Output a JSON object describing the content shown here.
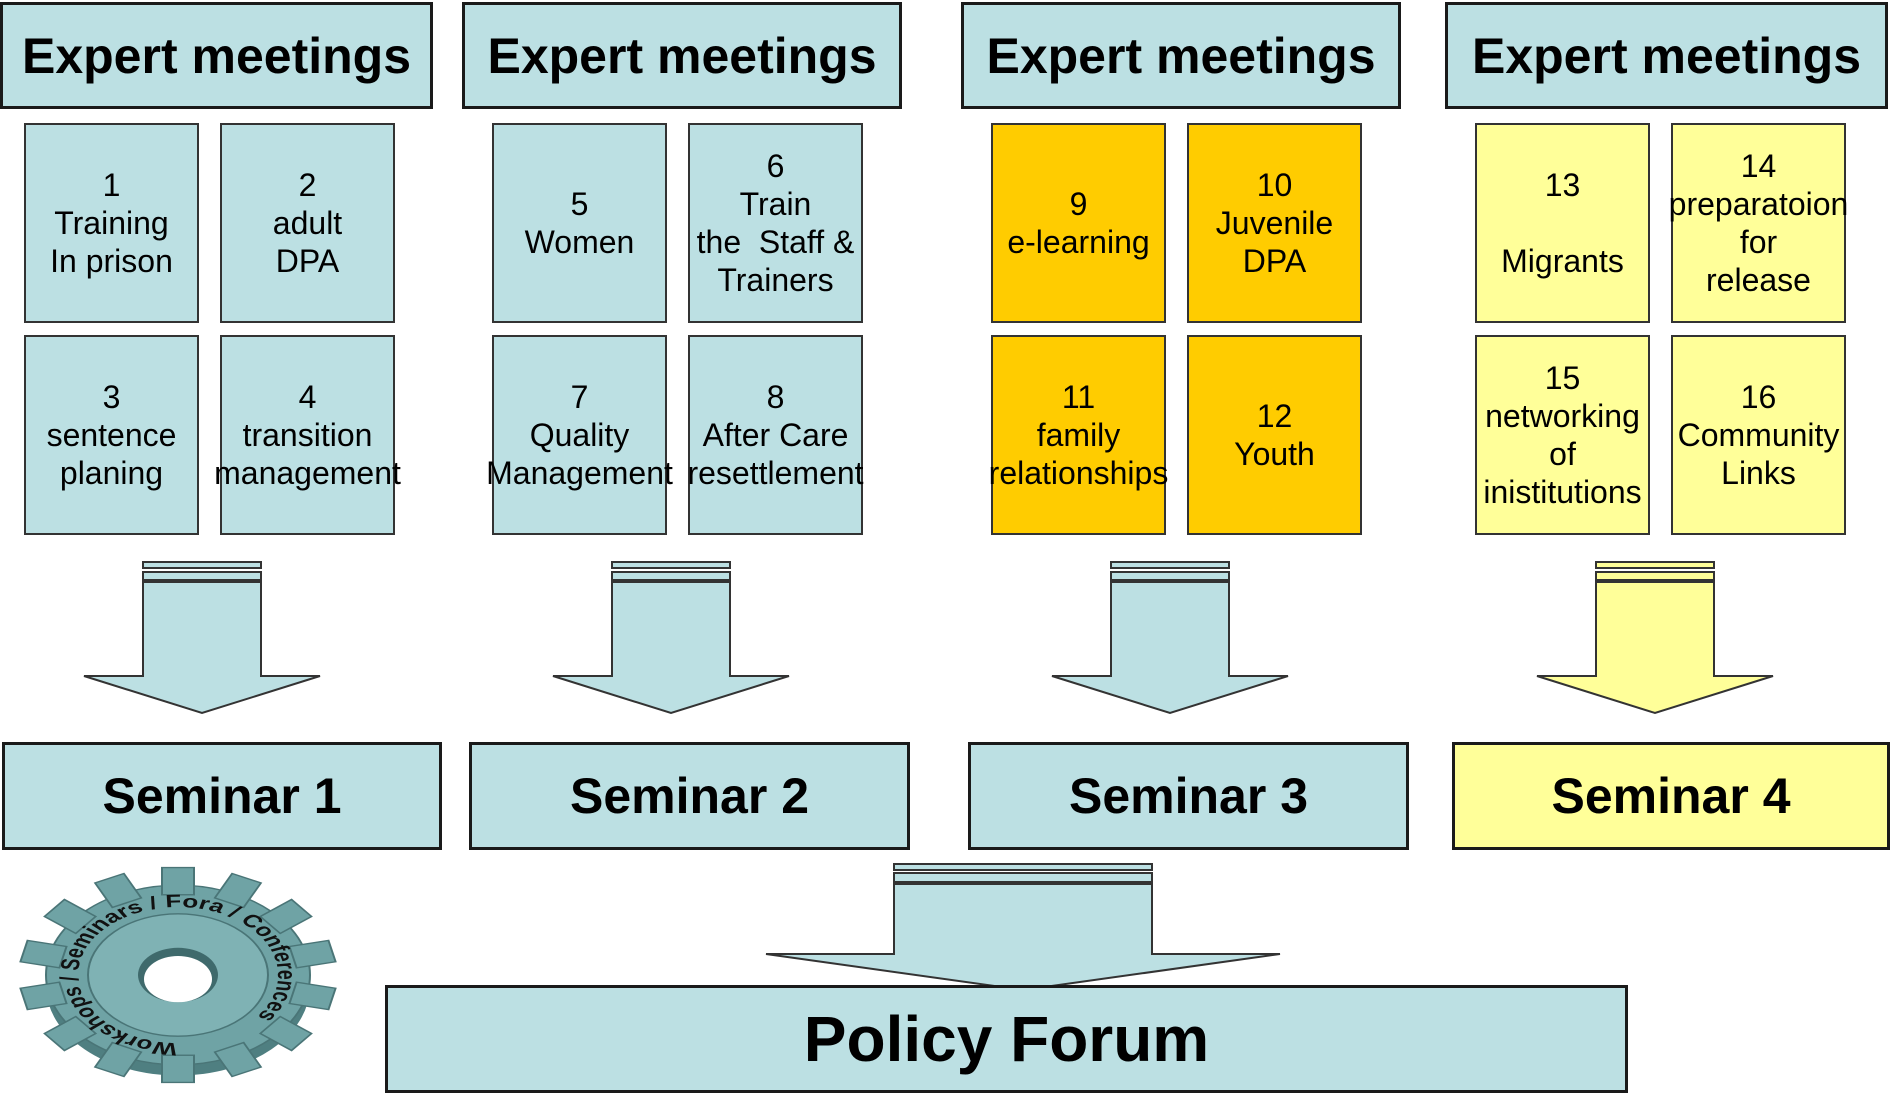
{
  "colors": {
    "light_blue": "#BCE0E3",
    "orange": "#FFCC00",
    "light_yellow": "#FFFF99",
    "gear": "#6FA3A5",
    "border": "#333333"
  },
  "groups": [
    {
      "header": "Expert meetings",
      "seminar": "Seminar 1",
      "topics": [
        "1\nTraining\nIn prison",
        "2\nadult\nDPA",
        "3\nsentence\nplaning",
        "4\ntransition\nmanagement"
      ]
    },
    {
      "header": "Expert meetings",
      "seminar": "Seminar 2",
      "topics": [
        "5\nWomen",
        "6\nTrain\nthe  Staff &\nTrainers",
        "7\nQuality\nManagement",
        "8\nAfter Care\nresettlement"
      ]
    },
    {
      "header": "Expert meetings",
      "seminar": "Seminar 3",
      "topics": [
        "9\ne-learning",
        "10\nJuvenile\nDPA",
        "11\nfamily\nrelationships",
        "12\nYouth"
      ]
    },
    {
      "header": "Expert meetings",
      "seminar": "Seminar 4",
      "topics": [
        "13\n\nMigrants",
        "14\npreparatoion\nfor\nrelease",
        "15\nnetworking\nof\ninistitutions",
        "16\nCommunity\nLinks"
      ]
    }
  ],
  "policy_forum": "Policy Forum",
  "gear_text": "Workshops / Seminars / Fora / Conferences"
}
